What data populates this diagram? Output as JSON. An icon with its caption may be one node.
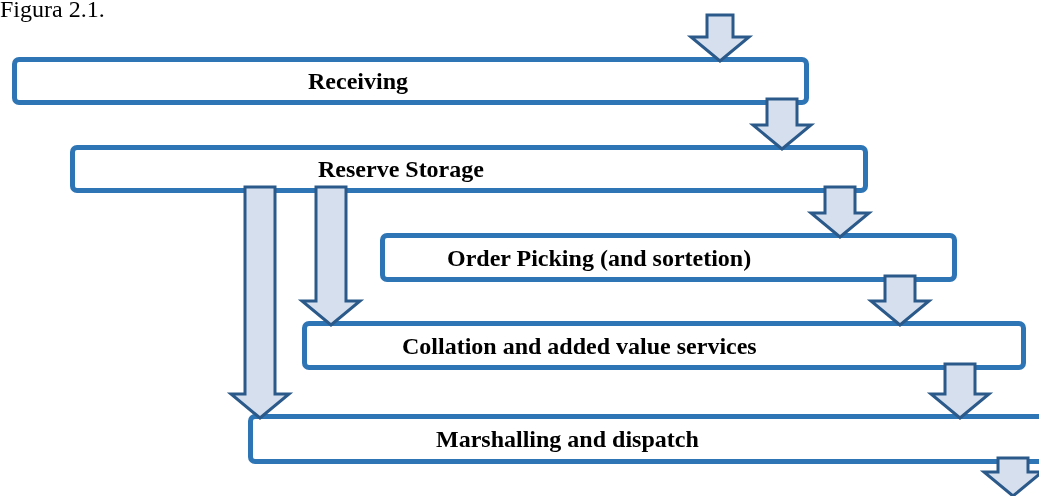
{
  "diagram": {
    "nodes": [
      {
        "text": [
          "Receiving"
        ]
      },
      {
        "text": [
          "Reserve Storage"
        ]
      },
      {
        "text": [
          "Order Picking (and sortetion)"
        ]
      },
      {
        "text": [
          "Collation and added value services"
        ]
      },
      {
        "text": [
          "Marshalling and dispatch"
        ]
      }
    ],
    "edges": [
      {
        "from": null,
        "to": 0,
        "arrow": "to"
      },
      {
        "from": 0,
        "to": 1,
        "arrow": "to"
      },
      {
        "from": 1,
        "to": 2,
        "arrow": "to"
      },
      {
        "from": 2,
        "to": 3,
        "arrow": "to"
      },
      {
        "from": 3,
        "to": 4,
        "arrow": "to"
      },
      {
        "from": 4,
        "to": null,
        "arrow": "to"
      },
      {
        "from": 1,
        "to": 3,
        "arrow": "to"
      },
      {
        "from": 1,
        "to": 4,
        "arrow": "to"
      }
    ],
    "labels": [
      "Figura 2.1."
    ]
  }
}
